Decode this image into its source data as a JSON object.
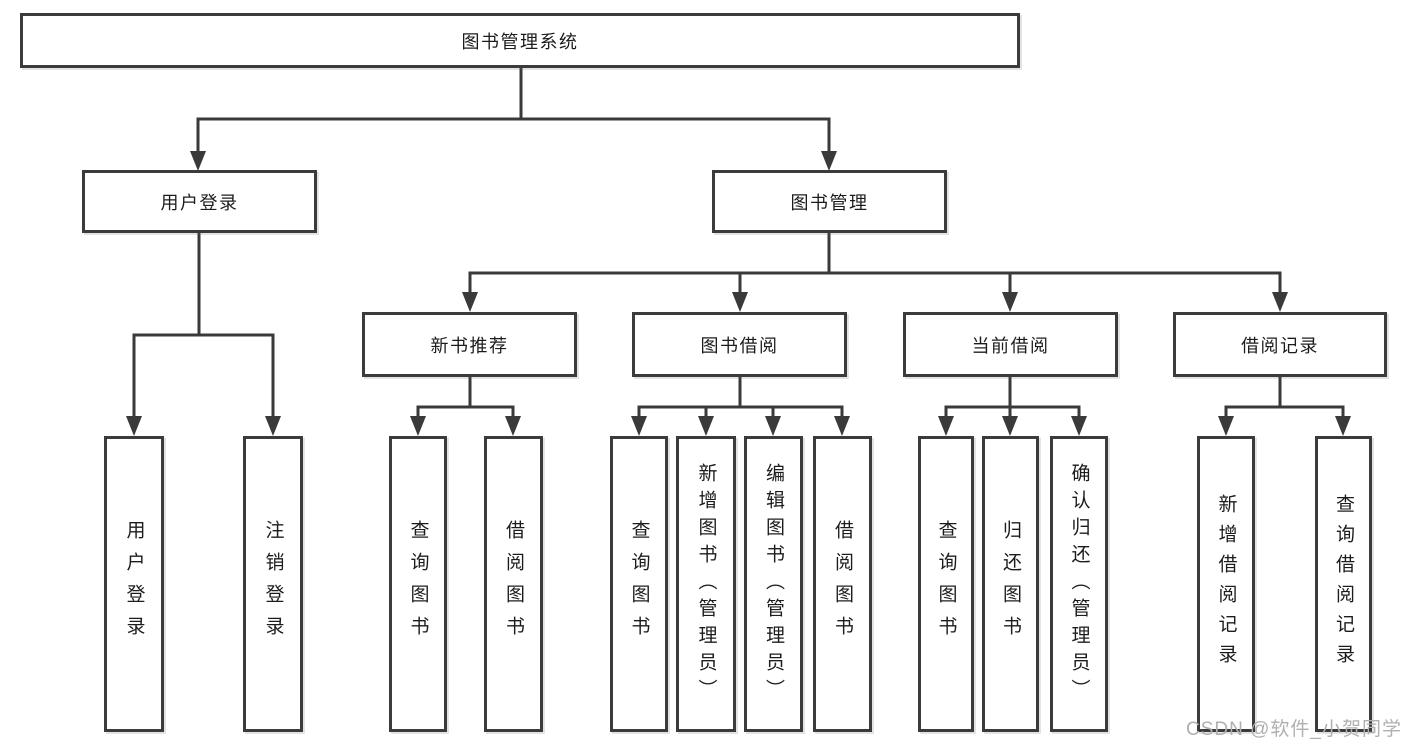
{
  "nodes": {
    "root": "图书管理系统",
    "user_login": "用户登录",
    "book_mgmt": "图书管理",
    "new_books": "新书推荐",
    "book_borrow": "图书借阅",
    "current_borrow": "当前借阅",
    "borrow_records": "借阅记录"
  },
  "leaves": [
    "用户登录",
    "注销登录",
    "查询图书",
    "借阅图书",
    "查询图书",
    "新增图书（管理员）",
    "编辑图书（管理员）",
    "借阅图书",
    "查询图书",
    "归还图书",
    "确认归还（管理员）",
    "新增借阅记录",
    "查询借阅记录"
  ],
  "hierarchy": {
    "label": "图书管理系统",
    "children": [
      {
        "label": "用户登录",
        "children": [
          "用户登录",
          "注销登录"
        ]
      },
      {
        "label": "图书管理",
        "children": [
          {
            "label": "新书推荐",
            "children": [
              "查询图书",
              "借阅图书"
            ]
          },
          {
            "label": "图书借阅",
            "children": [
              "查询图书",
              "新增图书（管理员）",
              "编辑图书（管理员）",
              "借阅图书"
            ]
          },
          {
            "label": "当前借阅",
            "children": [
              "查询图书",
              "归还图书",
              "确认归还（管理员）"
            ]
          },
          {
            "label": "借阅记录",
            "children": [
              "新增借阅记录",
              "查询借阅记录"
            ]
          }
        ]
      }
    ]
  },
  "watermark": {
    "text": "CSDN @软件_小贺同学"
  },
  "colors": {
    "line": "#3a3a3a",
    "box_border": "#3b3b3b",
    "text": "#1c1c1c",
    "watermark": "#b0b0b0",
    "background": "#ffffff"
  }
}
